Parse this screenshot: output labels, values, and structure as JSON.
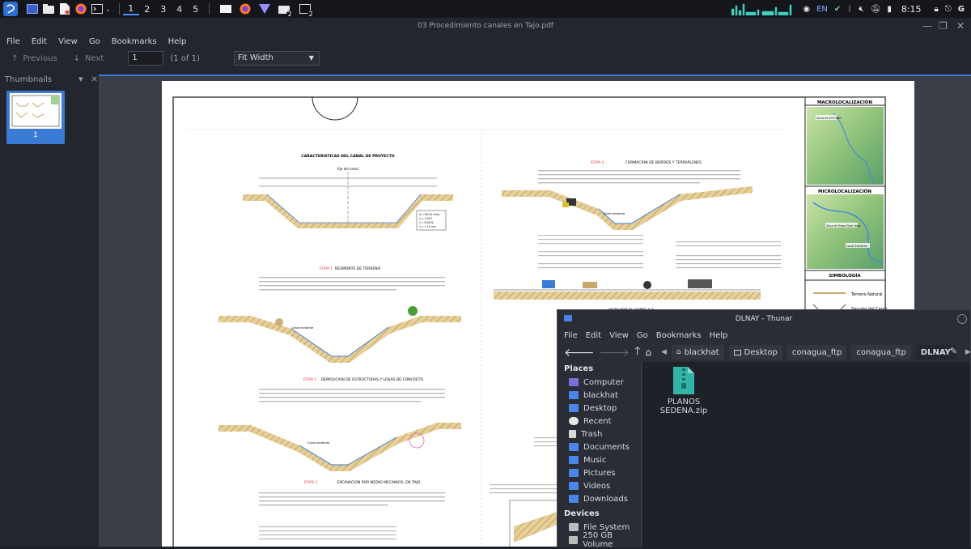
{
  "taskbar": {
    "workspaces": [
      "1",
      "2",
      "3",
      "4",
      "5"
    ],
    "active_workspace": "1",
    "language": "EN",
    "clock": "8:15",
    "badge_a": "2",
    "badge_b": "2"
  },
  "pdf": {
    "title": "03 Procedimiento canales en Tajo.pdf",
    "menu": [
      "File",
      "Edit",
      "View",
      "Go",
      "Bookmarks",
      "Help"
    ],
    "previous_label": "Previous",
    "next_label": "Next",
    "page_value": "1",
    "page_count": "(1 of 1)",
    "zoom": "Fit Width",
    "sidebar_title": "Thumbnails",
    "thumb_label": "1",
    "drawing": {
      "box1_title": "MACROLOCALIZACIÓN",
      "box2_title": "MICROLOCALIZACIÓN",
      "box3_title": "SIMBOLOGÍA",
      "legend1": "Terreno Natural",
      "legend2": "Sección del Canal",
      "map_label1": "Zona de ESTUDIO",
      "map_label2": "Zona de Riego Ejido Vega",
      "map_label3": "Canal Existente",
      "sec1_title": "CARACTERISTICAS DEL CANAL DE PROYECTO",
      "sec1_eje": "Eje del canal",
      "sec2_title": "DESMONTE DE TERRENO",
      "sec3_title": "DEMOLICION DE ESTRUCTURAS Y LOSAS DE CONCRETO",
      "sec4_title": "EXCAVACION POR MEDIO MECANICO, EN TAJO",
      "sec5_title": "FORMACION DE BORDOS Y TERRAPLENES",
      "sec6_label": "VISTA POR EL CORTE A-A",
      "stage1": "ETAPA 1",
      "stage2": "ETAPA 2",
      "stage3": "ETAPA 3",
      "stage4": "ETAPA 4",
      "canal_label": "Canal existente",
      "params": [
        "Q = 80.00 m3/s",
        "n = 0.015",
        "s = 0.0001",
        "v = 1.14 m/s"
      ]
    }
  },
  "thunar": {
    "title": "DLNAY - Thunar",
    "menu": [
      "File",
      "Edit",
      "View",
      "Go",
      "Bookmarks",
      "Help"
    ],
    "breadcrumbs": [
      "blackhat",
      "Desktop",
      "conagua_ftp",
      "conagua_ftp",
      "DLNAY"
    ],
    "places_header": "Places",
    "places": [
      {
        "label": "Computer",
        "icon": "computer-icon"
      },
      {
        "label": "blackhat",
        "icon": "home-folder-icon"
      },
      {
        "label": "Desktop",
        "icon": "desktop-folder-icon"
      },
      {
        "label": "Recent",
        "icon": "recent-icon"
      },
      {
        "label": "Trash",
        "icon": "trash-icon"
      },
      {
        "label": "Documents",
        "icon": "documents-folder-icon"
      },
      {
        "label": "Music",
        "icon": "music-folder-icon"
      },
      {
        "label": "Pictures",
        "icon": "pictures-folder-icon"
      },
      {
        "label": "Videos",
        "icon": "videos-folder-icon"
      },
      {
        "label": "Downloads",
        "icon": "downloads-folder-icon"
      }
    ],
    "devices_header": "Devices",
    "devices": [
      {
        "label": "File System",
        "icon": "filesystem-icon"
      },
      {
        "label": "250 GB Volume",
        "icon": "drive-icon"
      }
    ],
    "file": {
      "name_line1": "PLANOS",
      "name_line2": "SEDENA.zip",
      "icon": "zip-archive-icon"
    }
  },
  "colors": {
    "accent": "#3a7bd5",
    "taskbar": "#14161c",
    "window": "#23262e",
    "folder": "#4a86e8",
    "zip": "#33b5a5"
  }
}
